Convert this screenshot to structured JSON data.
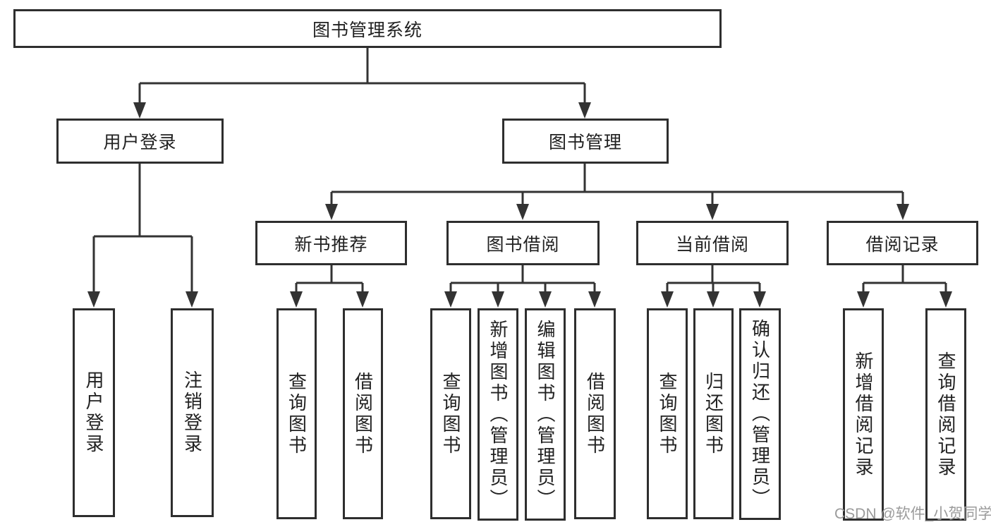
{
  "tree": {
    "root": {
      "label": "图书管理系统",
      "children": [
        {
          "label": "用户登录",
          "children": [
            {
              "label": "用户登录"
            },
            {
              "label": "注销登录"
            }
          ]
        },
        {
          "label": "图书管理",
          "children": [
            {
              "label": "新书推荐",
              "children": [
                {
                  "label": "查询图书"
                },
                {
                  "label": "借阅图书"
                }
              ]
            },
            {
              "label": "图书借阅",
              "children": [
                {
                  "label": "查询图书"
                },
                {
                  "label": "新增图书（管理员）"
                },
                {
                  "label": "编辑图书（管理员）"
                },
                {
                  "label": "借阅图书"
                }
              ]
            },
            {
              "label": "当前借阅",
              "children": [
                {
                  "label": "查询图书"
                },
                {
                  "label": "归还图书"
                },
                {
                  "label": "确认归还（管理员）"
                }
              ]
            },
            {
              "label": "借阅记录",
              "children": [
                {
                  "label": "新增借阅记录"
                },
                {
                  "label": "查询借阅记录"
                }
              ]
            }
          ]
        }
      ]
    }
  },
  "watermark": {
    "text": "CSDN @软件_小贺同学"
  },
  "colors": {
    "line": "#333333",
    "border": "#2e2e2e",
    "text": "#212121",
    "watermark": "#9b9b9b",
    "background": "#ffffff"
  }
}
